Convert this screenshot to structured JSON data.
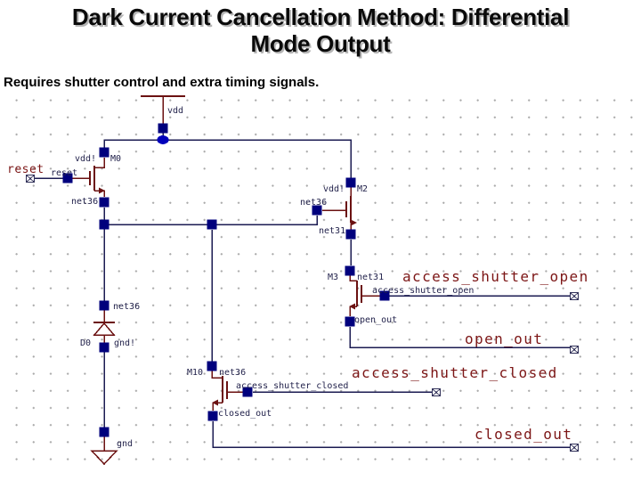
{
  "title": {
    "line1": "Dark Current Cancellation Method: Differential",
    "line2": "Mode Output"
  },
  "subtitle": "Requires shutter control and extra timing signals.",
  "colors": {
    "wire": "#1b1b52",
    "symbol_outline": "#6b1111",
    "pin_square": "#00007d",
    "junction_dot": "#0000bb",
    "big_net_label": "#7c1616",
    "small_label": "#23234c",
    "grid_dot": "#a9a9a9",
    "title_text": "#0a0a0a",
    "title_shadow": "#b5b5b5"
  },
  "labels": {
    "vdd_supply": "vdd",
    "reset_big": "reset",
    "reset_small": "reset",
    "m0_vdd": "vdd!",
    "m0_name": "M0",
    "m0_net36": "net36",
    "m2_net36": "net36",
    "m2_vdd": "vdd!",
    "m2_name": "M2",
    "m2_net31": "net31",
    "m3_name": "M3",
    "m3_net31": "net31",
    "aso_big": "access_shutter_open",
    "aso_small": "access_shutter_open",
    "open_out_small": "open_out",
    "open_out_big": "open_out",
    "d0_net36": "net36",
    "d0_name": "D0",
    "d0_gnd": "gnd!",
    "m10_name": "M10",
    "m10_net36": "net36",
    "asc_big": "access_shutter_closed",
    "asc_small": "access_shutter_closed",
    "closed_out_small": "closed_out",
    "closed_out_big": "closed_out",
    "gnd_supply": "gnd"
  },
  "components": [
    {
      "name": "M0",
      "type": "nmos",
      "drain": "vdd!",
      "gate": "reset",
      "source": "net36"
    },
    {
      "name": "M2",
      "type": "nmos",
      "drain": "vdd!",
      "gate": "net36",
      "source": "net31"
    },
    {
      "name": "M3",
      "type": "nmos",
      "drain": "net31",
      "gate": "access_shutter_open",
      "source": "open_out"
    },
    {
      "name": "M10",
      "type": "nmos",
      "drain": "net36",
      "gate": "access_shutter_closed",
      "source": "closed_out"
    },
    {
      "name": "D0",
      "type": "diode",
      "cathode": "net36",
      "anode": "gnd!"
    }
  ],
  "ports": [
    "reset",
    "access_shutter_open",
    "open_out",
    "access_shutter_closed",
    "closed_out"
  ]
}
